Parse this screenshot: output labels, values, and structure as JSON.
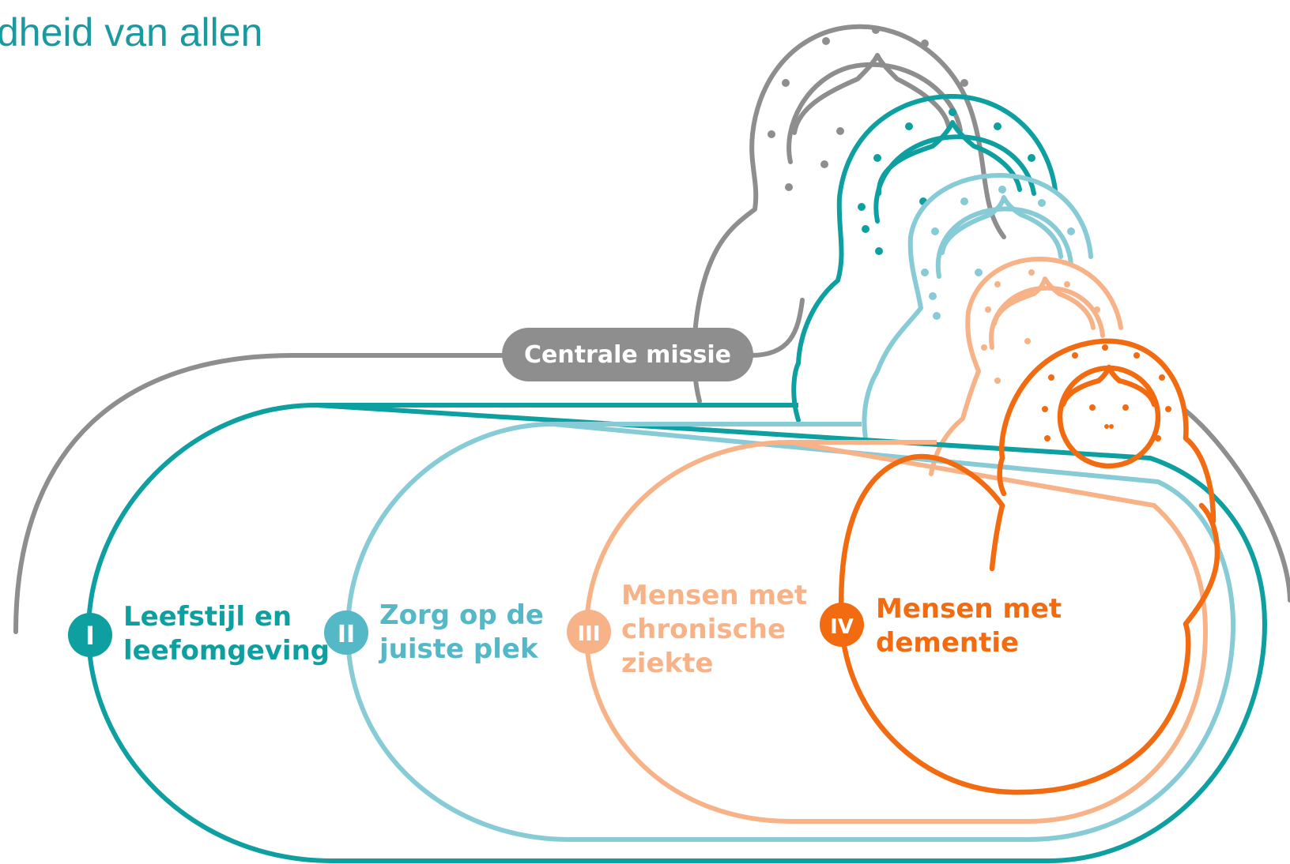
{
  "header": {
    "title_fragment": "dheid van allen"
  },
  "mission": {
    "label": "Centrale missie"
  },
  "layers": [
    {
      "numeral": "I",
      "lines": [
        "Leefstijl en",
        "leefomgeving"
      ]
    },
    {
      "numeral": "II",
      "lines": [
        "Zorg op de",
        "juiste plek"
      ]
    },
    {
      "numeral": "III",
      "lines": [
        "Mensen met",
        "chronische",
        "ziekte"
      ]
    },
    {
      "numeral": "IV",
      "lines": [
        "Mensen met",
        "dementie"
      ]
    }
  ],
  "colors": {
    "title": "#1a9aa0",
    "grey": "#8e8e8e",
    "teal": "#0e9fa1",
    "light_blue": "#86cbd5",
    "peach": "#f7b387",
    "orange": "#f26b10",
    "white": "#ffffff"
  },
  "icons": [
    "matryoshka-doll-icon"
  ]
}
